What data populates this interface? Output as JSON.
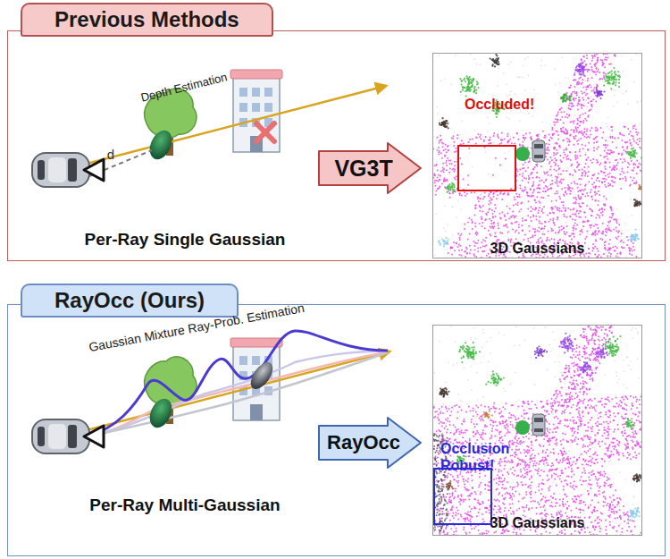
{
  "diagram": {
    "nodes": [
      {
        "text": [
          "Previous Methods"
        ]
      },
      {
        "text": [
          "VG3T"
        ],
        "in": 0
      },
      {
        "text": [
          "Occluded!",
          "3D Gaussians"
        ],
        "in": 0
      },
      {
        "text": [
          "RayOcc (Ours)"
        ]
      },
      {
        "text": [
          "RayOcc"
        ],
        "in": 3
      },
      {
        "text": [
          "Occlusion Robust!",
          "3D Gaussians"
        ],
        "in": 3
      }
    ],
    "labels": [
      "Depth Estimation",
      "d",
      "Per-Ray Single Gaussian",
      "Gaussian Mixture Ray-Prob. Estimation",
      "Per-Ray Multi-Gaussian"
    ]
  }
}
